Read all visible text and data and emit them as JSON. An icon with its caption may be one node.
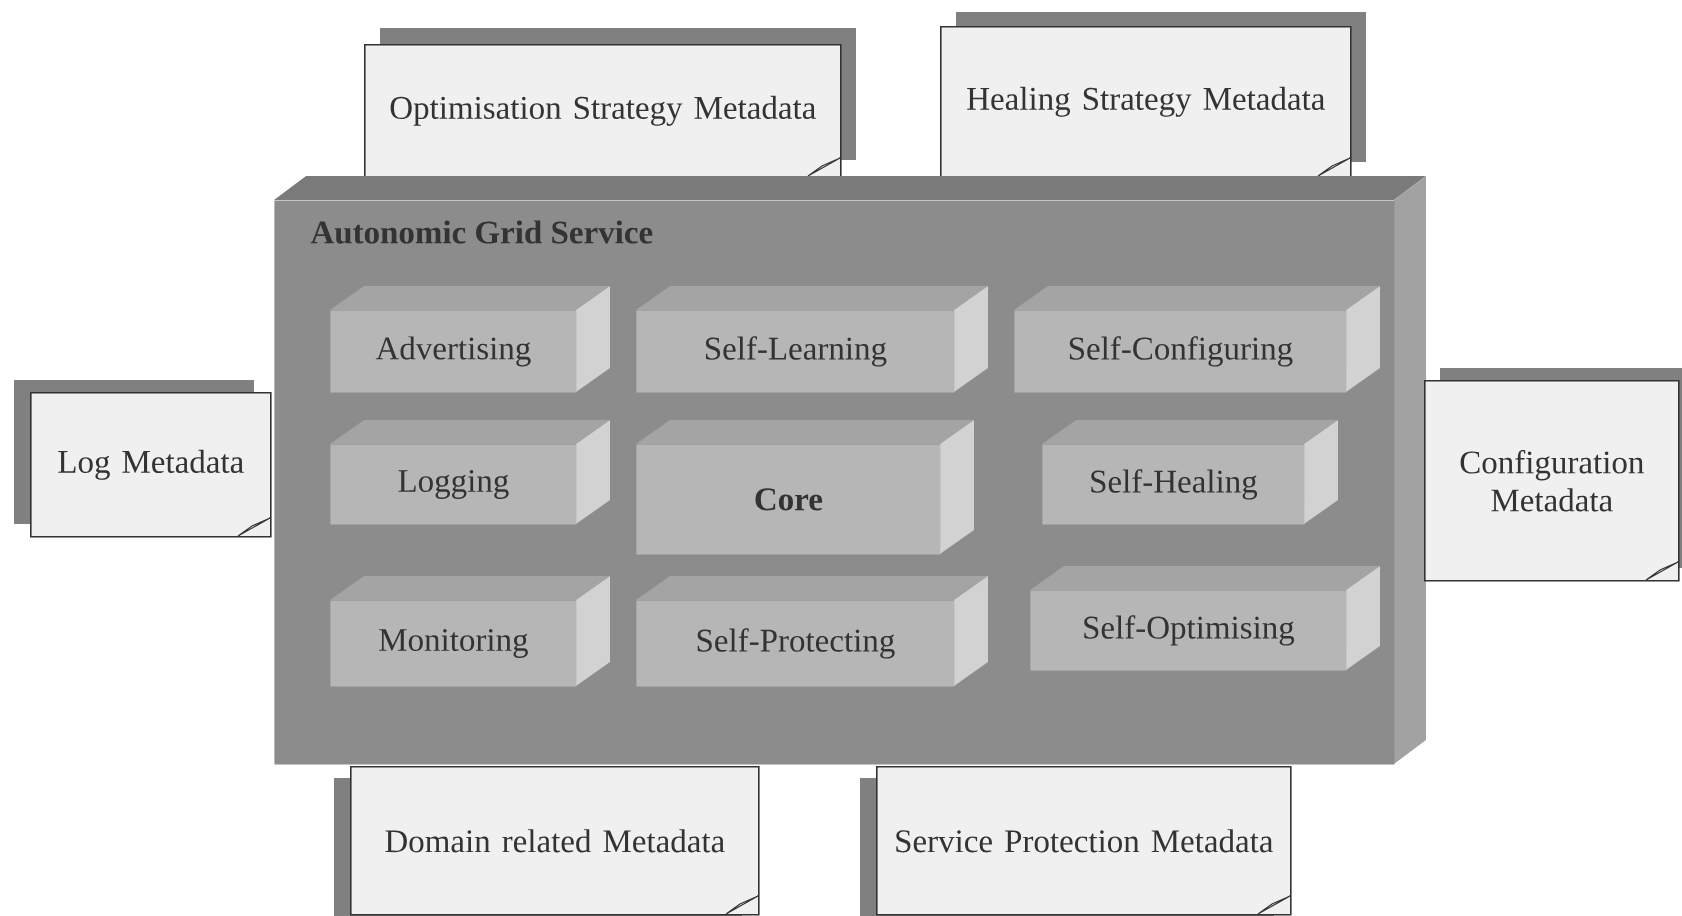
{
  "diagram": {
    "nodes": [
      {
        "text": [
          "Optimisation Strategy Metadata"
        ]
      },
      {
        "text": [
          "Healing Strategy Metadata"
        ]
      },
      {
        "text": [
          "Autonomic Grid Service"
        ]
      },
      {
        "text": [
          "Advertising"
        ],
        "in": 2
      },
      {
        "text": [
          "Self-Learning"
        ],
        "in": 2
      },
      {
        "text": [
          "Self-Configuring"
        ],
        "in": 2
      },
      {
        "text": [
          "Log Metadata"
        ]
      },
      {
        "text": [
          "Logging"
        ],
        "in": 2
      },
      {
        "text": [
          "Core"
        ],
        "in": 2
      },
      {
        "text": [
          "Self-Healing"
        ],
        "in": 2
      },
      {
        "text": [
          "Configuration Metadata"
        ]
      },
      {
        "text": [
          "Monitoring"
        ],
        "in": 2
      },
      {
        "text": [
          "Self-Protecting"
        ],
        "in": 2
      },
      {
        "text": [
          "Self-Optimising"
        ],
        "in": 2
      },
      {
        "text": [
          "Domain related Metadata"
        ]
      },
      {
        "text": [
          "Service Protection Metadata"
        ]
      }
    ]
  }
}
